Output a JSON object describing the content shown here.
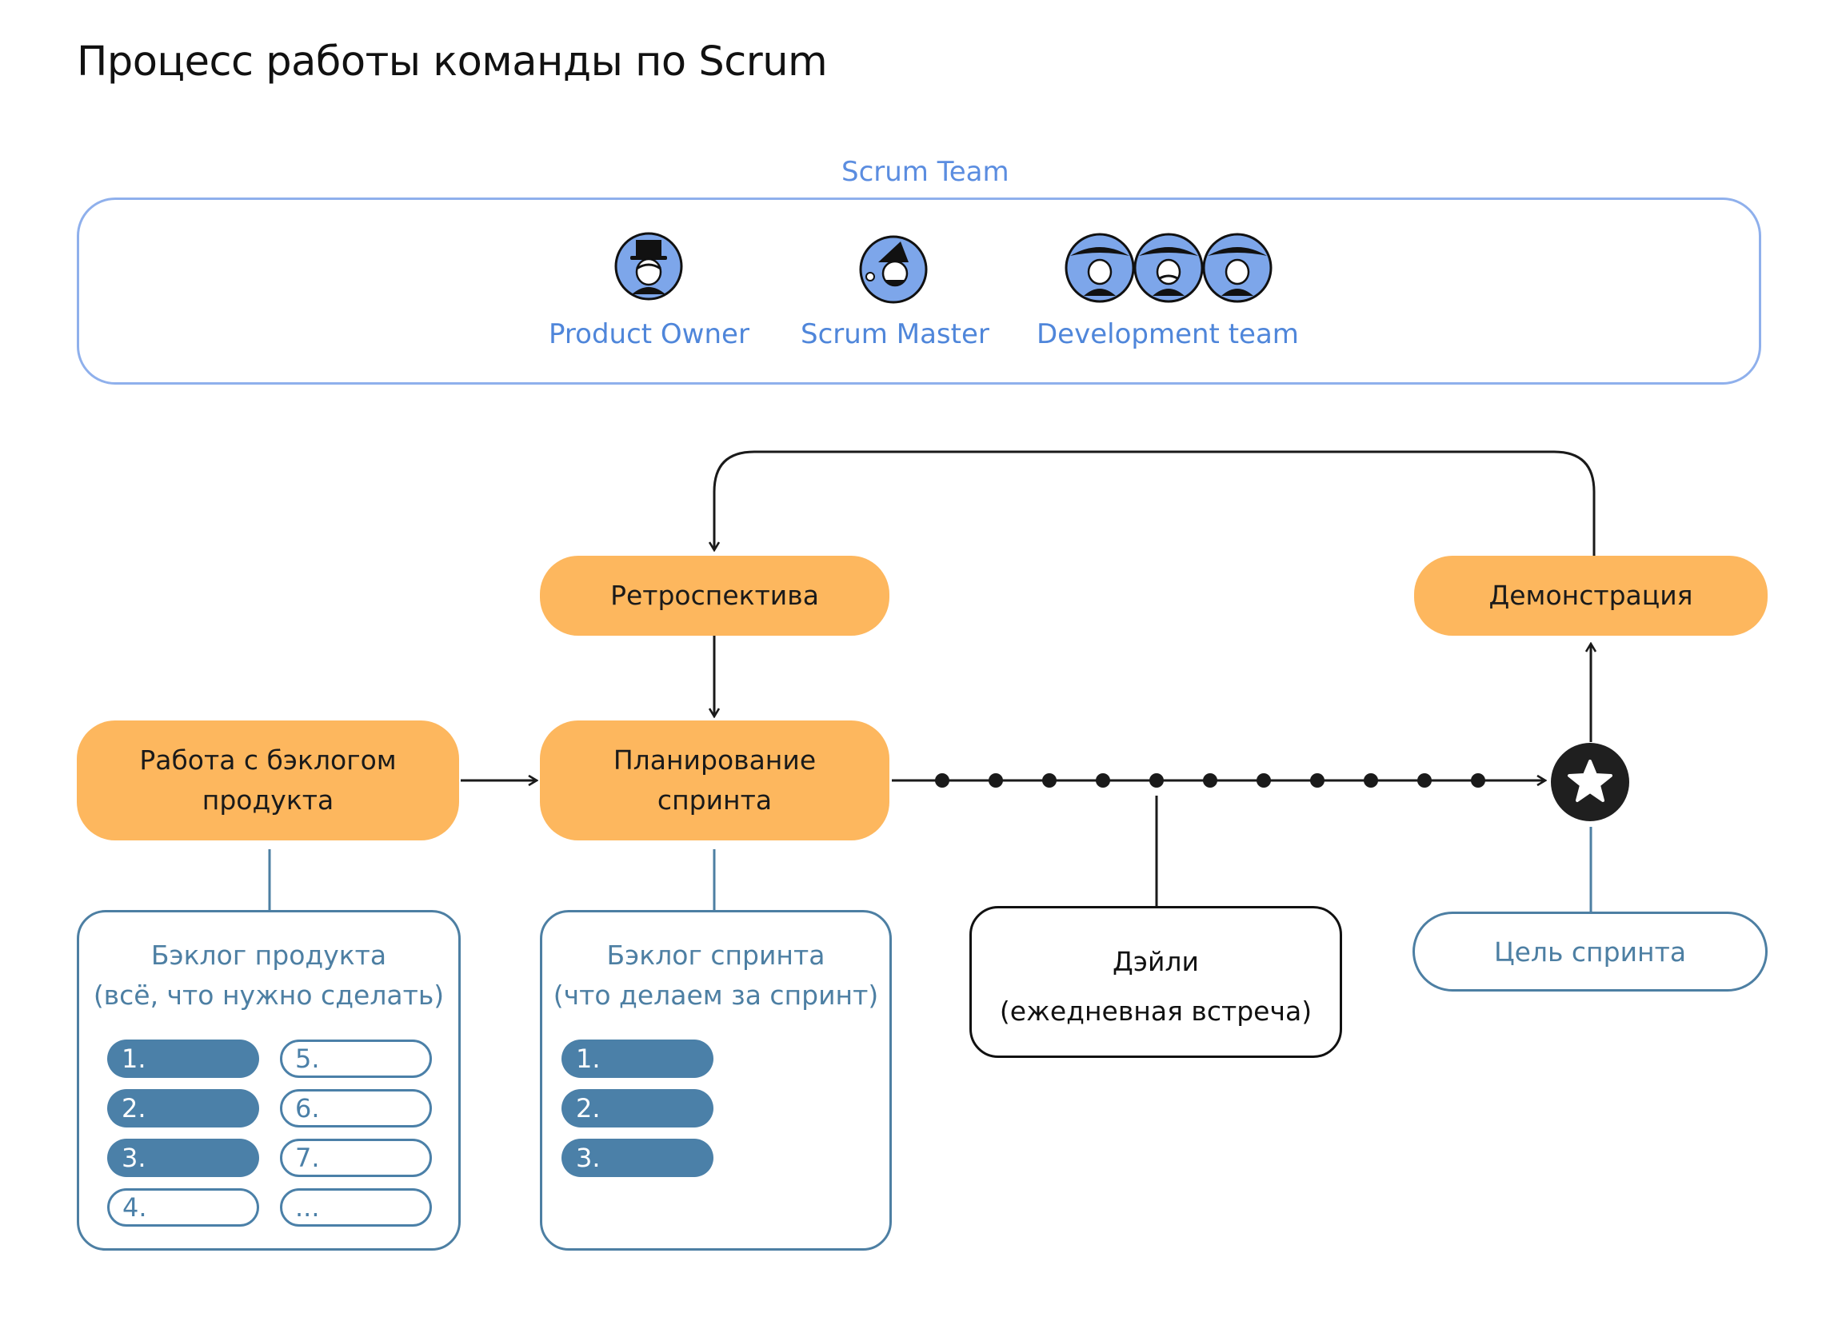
{
  "title": "Процесс работы команды по Scrum",
  "team": {
    "label": "Scrum Team",
    "roles": [
      {
        "label": "Product Owner",
        "icon": "product-owner-avatar-icon"
      },
      {
        "label": "Scrum Master",
        "icon": "scrum-master-avatar-icon"
      },
      {
        "label": "Development team",
        "icon": "development-team-avatars-icon"
      }
    ]
  },
  "stages": {
    "backlog_work": {
      "line1": "Работа с бэклогом",
      "line2": "продукта"
    },
    "planning": {
      "line1": "Планирование",
      "line2": "спринта"
    },
    "retro": {
      "label": "Ретроспектива"
    },
    "demo": {
      "label": "Демонстрация"
    }
  },
  "product_backlog": {
    "title1": "Бэклог продукта",
    "title2": "(всё, что нужно сделать)",
    "items_filled": [
      "1.",
      "2.",
      "3."
    ],
    "items_outline_left": [
      "4."
    ],
    "items_outline_right": [
      "5.",
      "6.",
      "7.",
      "..."
    ]
  },
  "sprint_backlog": {
    "title1": "Бэклог спринта",
    "title2": "(что делаем за спринт)",
    "items": [
      "1.",
      "2.",
      "3."
    ]
  },
  "daily": {
    "line1": "Дэйли",
    "line2": "(ежедневная встреча)"
  },
  "sprint_goal": {
    "label": "Цель спринта",
    "icon": "star-icon"
  },
  "colors": {
    "orange": "#fdb75e",
    "team_blue": "#5b8de0",
    "backlog_blue": "#4b80a8",
    "line_dark": "#1a1a1a"
  }
}
